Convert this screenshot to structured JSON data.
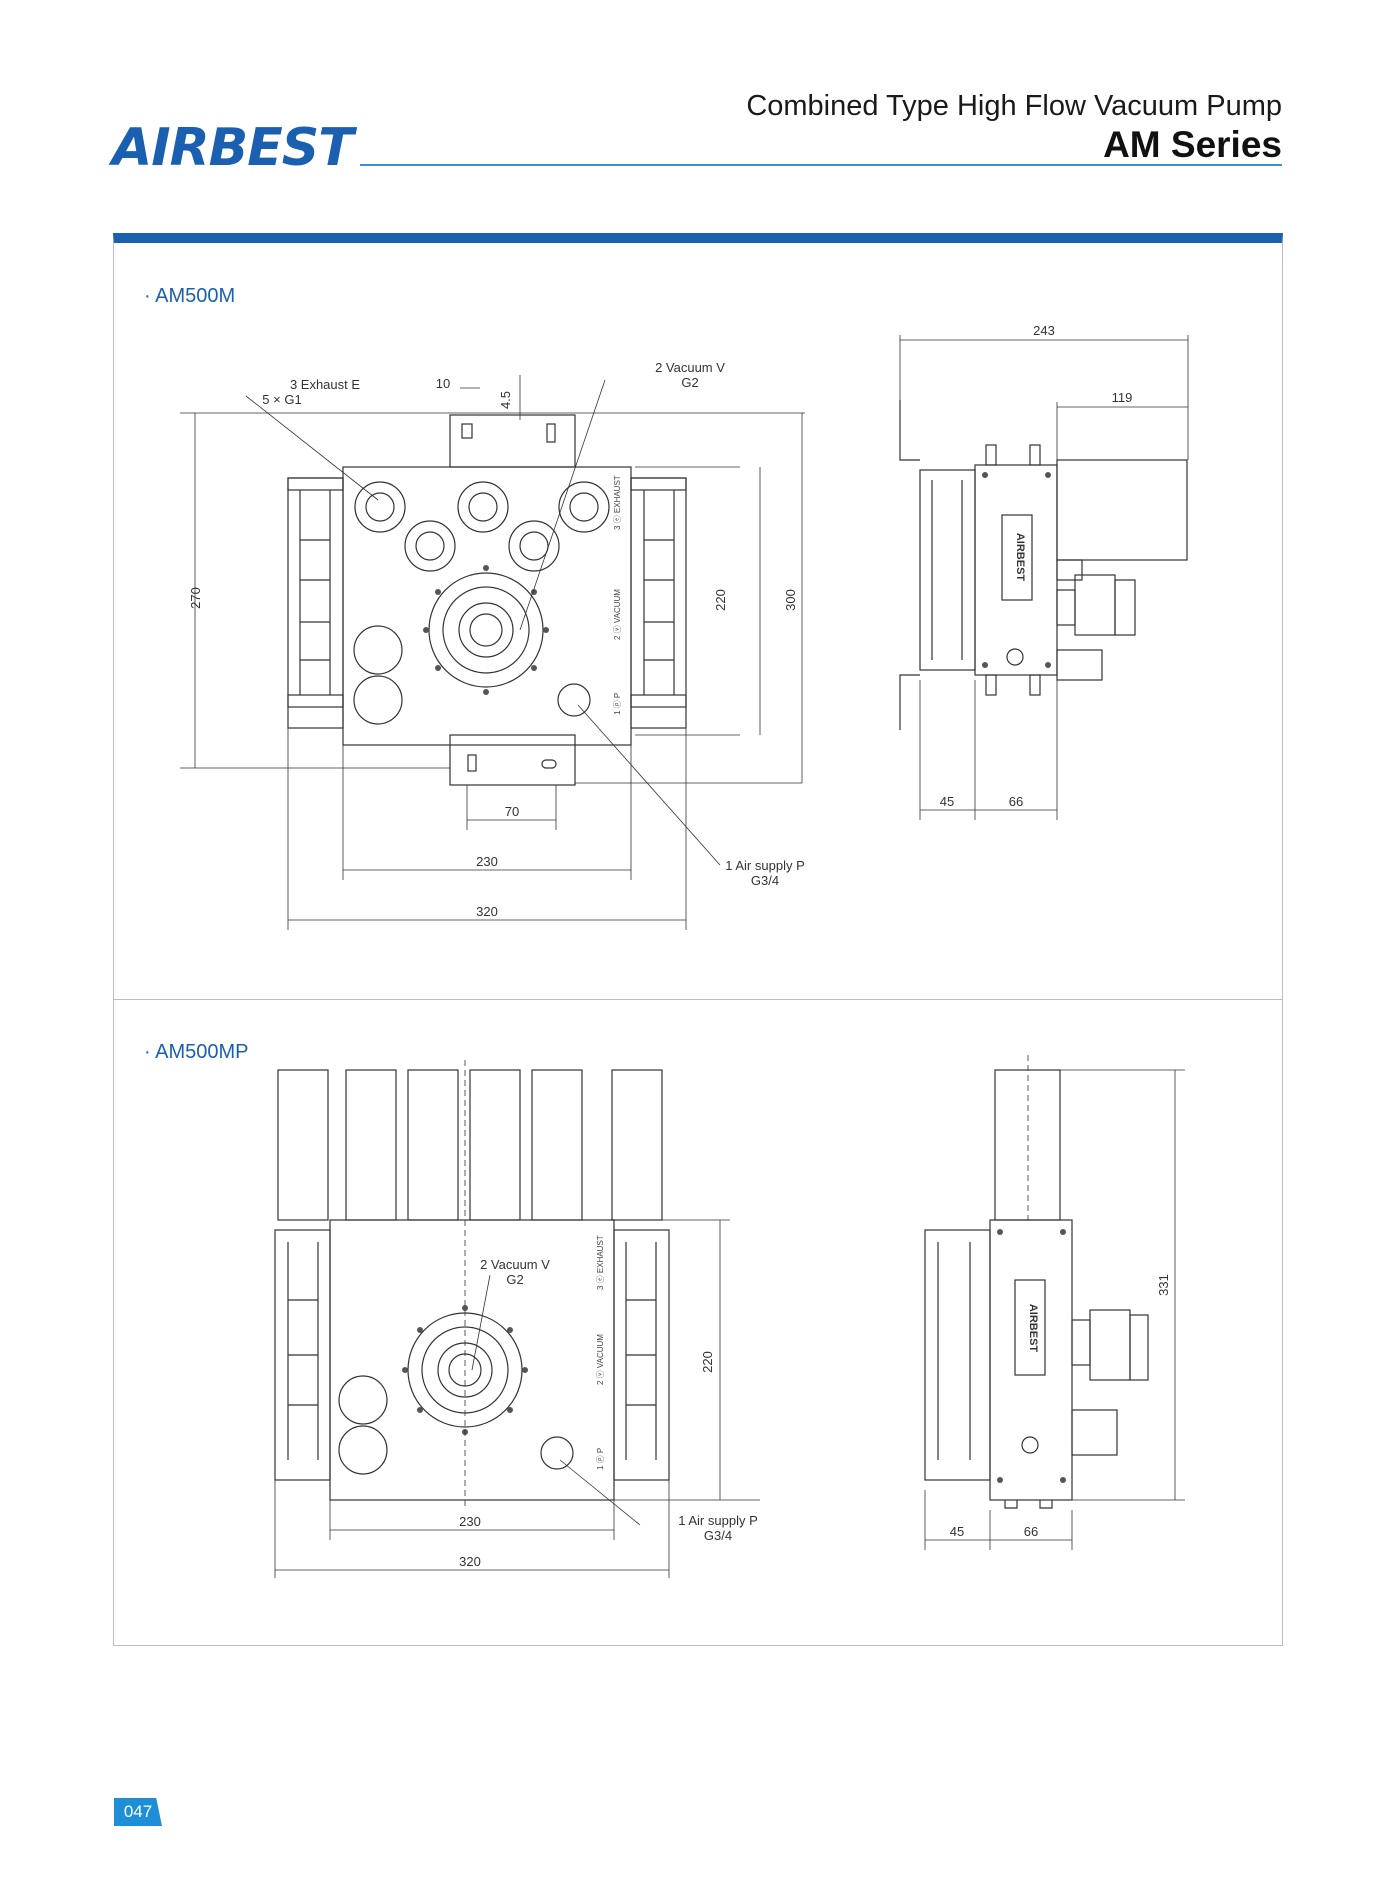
{
  "header": {
    "brand": "AIRBEST",
    "title": "Combined Type High Flow Vacuum Pump",
    "series": "AM Series"
  },
  "sections": [
    {
      "label": "· AM500M",
      "front": {
        "callouts": {
          "exhaust_line1": "3 Exhaust E",
          "exhaust_line2": "5 × G1",
          "vacuum_line1": "2 Vacuum V",
          "vacuum_line2": "G2",
          "air_line1": "1 Air supply P",
          "air_line2": "G3/4"
        },
        "dims": {
          "d10": "10",
          "d4_5": "4.5",
          "d270": "270",
          "d220": "220",
          "d300": "300",
          "d70": "70",
          "d230": "230",
          "d320": "320"
        },
        "port_labels": {
          "exhaust": "3 ⓔ EXHAUST",
          "vacuum": "2 ⓥ VACUUM",
          "pressure": "1 ⓟ P"
        }
      },
      "side": {
        "brand": "AIRBEST",
        "dims": {
          "d243": "243",
          "d119": "119",
          "d45": "45",
          "d66": "66"
        }
      }
    },
    {
      "label": "· AM500MP",
      "front": {
        "callouts": {
          "vacuum_line1": "2 Vacuum V",
          "vacuum_line2": "G2",
          "air_line1": "1 Air supply P",
          "air_line2": "G3/4"
        },
        "dims": {
          "d220": "220",
          "d230": "230",
          "d320": "320"
        },
        "port_labels": {
          "exhaust": "3 ⓔ EXHAUST",
          "vacuum": "2 ⓥ VACUUM",
          "pressure": "1 ⓟ P"
        }
      },
      "side": {
        "brand": "AIRBEST",
        "dims": {
          "d331": "331",
          "d45": "45",
          "d66": "66"
        }
      }
    }
  ],
  "footer": {
    "page_number": "047"
  },
  "colors": {
    "brand_blue": "#1b5fb0",
    "light_blue": "#3a8fd8",
    "page_tab": "#1e8fd6"
  }
}
